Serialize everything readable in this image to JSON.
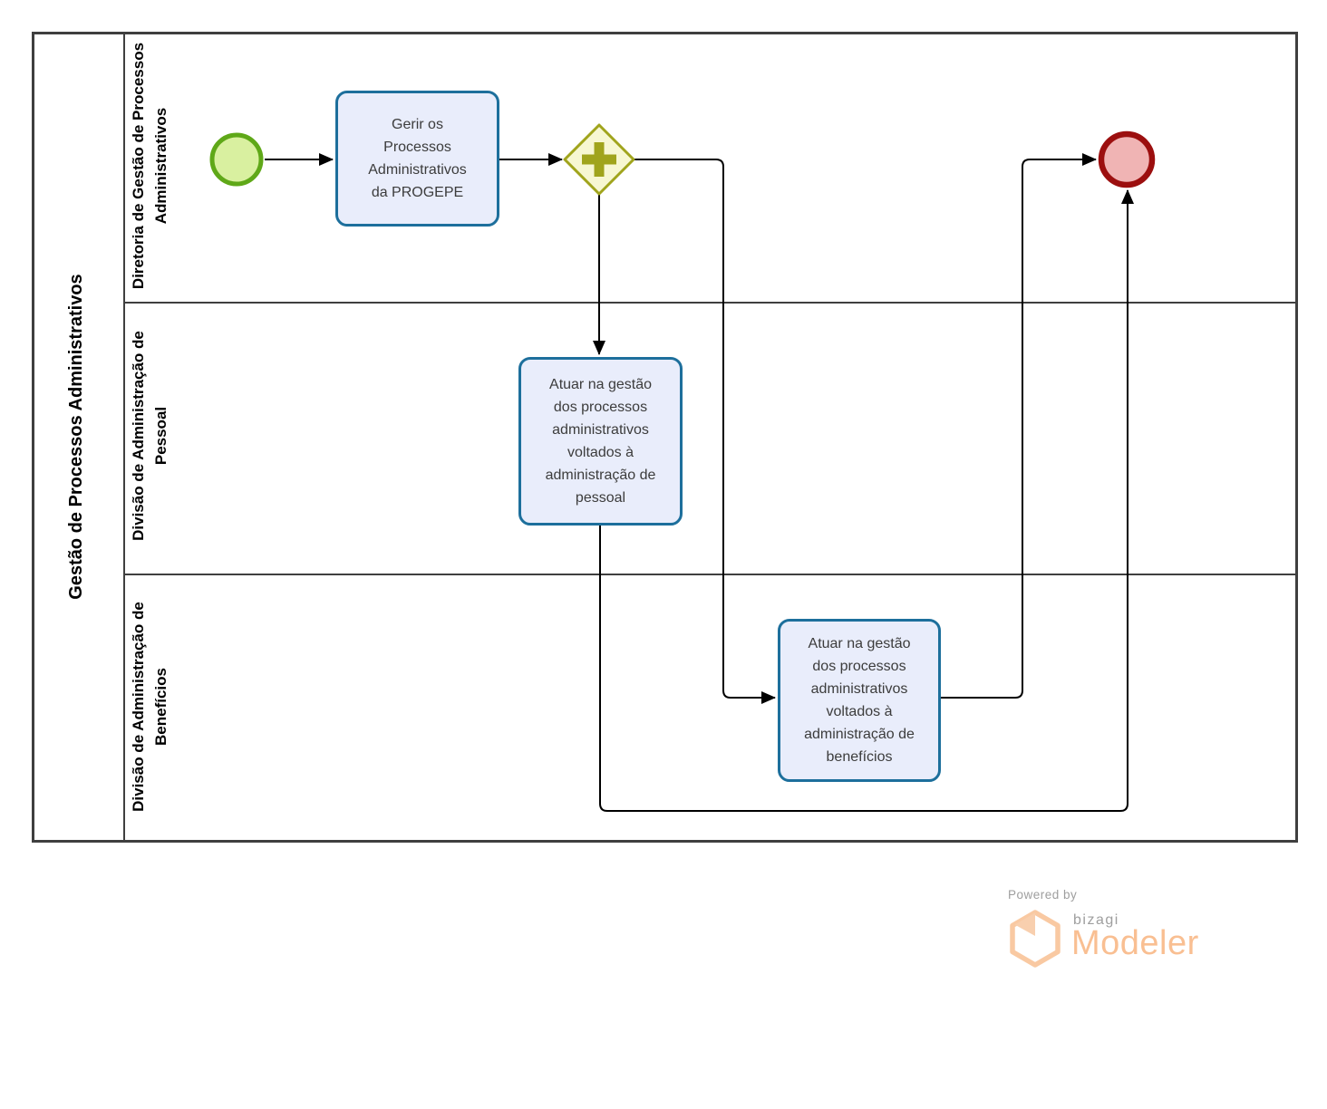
{
  "diagram": {
    "pool_title": "Gestão de Processos Administrativos",
    "lanes": [
      {
        "label": "Diretoria de Gestão de Processos Administrativos"
      },
      {
        "label": "Divisão de Administração de Pessoal"
      },
      {
        "label": "Divisão de Administração de Benefícios"
      }
    ],
    "nodes": {
      "start_event": {
        "type": "start-event"
      },
      "task_gerir": {
        "label": "Gerir os Processos Administrativos da PROGEPE"
      },
      "parallel_gateway": {
        "type": "parallel-gateway"
      },
      "task_pessoal": {
        "label": "Atuar na gestão dos processos administrativos voltados à administração de pessoal"
      },
      "task_beneficios": {
        "label": "Atuar na gestão dos processos administrativos voltados à administração de benefícios"
      },
      "end_event": {
        "type": "end-event"
      }
    }
  },
  "footer": {
    "powered_by": "Powered by",
    "brand": "bizagi",
    "product": "Modeler"
  },
  "colors": {
    "start-fill": "#d9f0a0",
    "start-border": "#5fa818",
    "end-fill": "#f0b4b4",
    "end-border": "#9c0f0f",
    "task-fill": "#e9edfb",
    "task-border": "#1d6f9c",
    "gateway-fill": "#f7f7d2",
    "gateway-border": "#a0a41c",
    "flow": "#000000",
    "pool-border": "#3f3f3f",
    "brand-orange": "#f9bf92",
    "brand-gray": "#9e9e9e"
  }
}
